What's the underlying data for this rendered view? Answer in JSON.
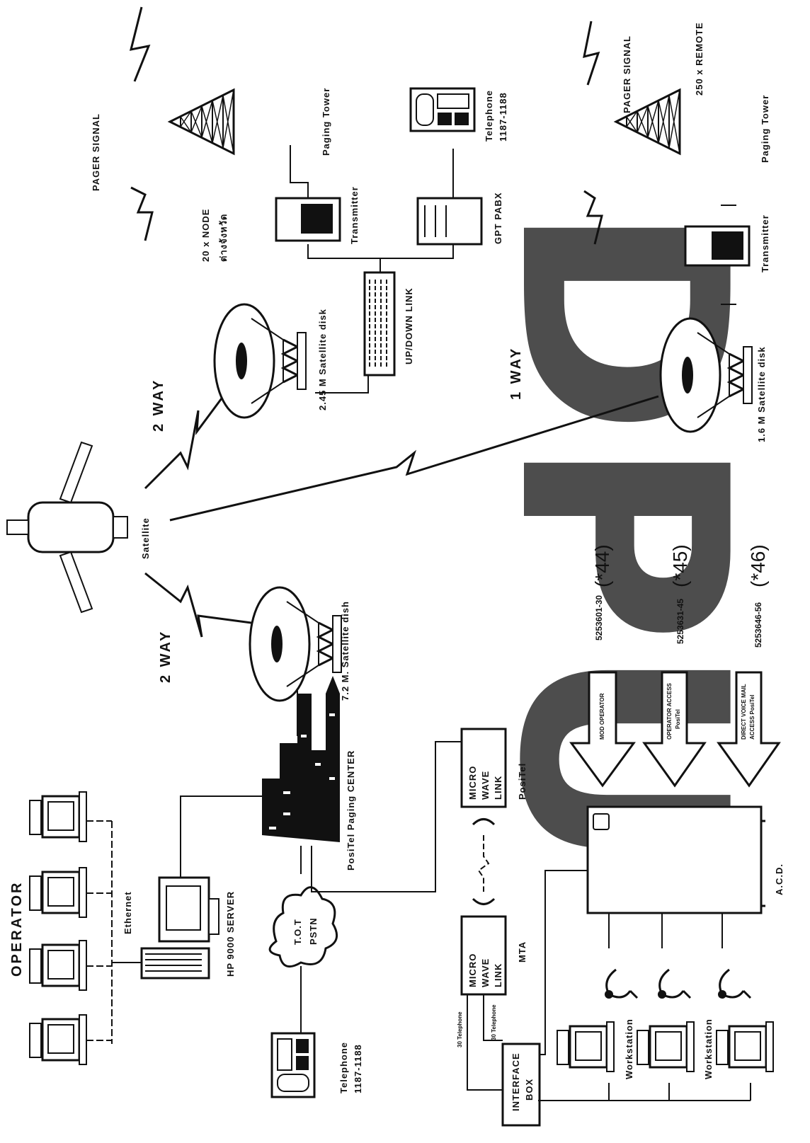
{
  "watermark": "DPU",
  "operator_group": {
    "title": "OPERATOR",
    "network": "Ethernet"
  },
  "center": {
    "server": "HP 9000 SERVER",
    "paging_center": "PosiTel Paging CENTER",
    "pstn_line1": "T.O.T",
    "pstn_line2": "PSTN",
    "telephone": "Telephone",
    "telephone_number": "1187-1188",
    "dish": "7.2 M. Satellite dish"
  },
  "links": {
    "two_way_lower": "2 WAY",
    "two_way_upper": "2 WAY",
    "one_way": "1 WAY",
    "satellite": "Satellite"
  },
  "remote_2way": {
    "dish": "2.45 M Satellite disk",
    "uplink": "UP/DOWN LINK",
    "pabx": "GPT PABX",
    "transmitter": "Transmitter",
    "node_line1": "20 x NODE",
    "node_line2": "ต่างจังหวัด",
    "tower": "Paging Tower",
    "signal": "PAGER SIGNAL",
    "telephone": "Telephone",
    "telephone_number": "1187-1188"
  },
  "remote_1way": {
    "dish": "1.6 M Satellite disk",
    "transmitter": "Transmitter",
    "count": "250 x REMOTE",
    "tower": "Paging Tower",
    "signal": "PAGER SIGNAL"
  },
  "microwave": {
    "left_line1": "MICRO",
    "left_line2": "WAVE",
    "left_line3": "LINK",
    "left_site": "MTA",
    "right_line1": "MICRO",
    "right_line2": "WAVE",
    "right_line3": "LINK",
    "right_site": "PosiTel"
  },
  "acd": {
    "label": "A.C.D.",
    "interface_line1": "INTERFACE",
    "interface_line2": "BOX",
    "workstation": "Workstation",
    "trunk_label": "30 Telephone"
  },
  "numbers": [
    {
      "range": "5253601-30",
      "code": "(*44)",
      "arrow_line1": "MOD OPERATOR",
      "arrow_line2": ""
    },
    {
      "range": "5253631-45",
      "code": "(*45)",
      "arrow_line1": "OPERATOR ACCESS",
      "arrow_line2": "PosiTel"
    },
    {
      "range": "5253646-56",
      "code": "(*46)",
      "arrow_line1": "DIRECT VOICE MAIL",
      "arrow_line2": "ACCESS PosiTel"
    }
  ]
}
